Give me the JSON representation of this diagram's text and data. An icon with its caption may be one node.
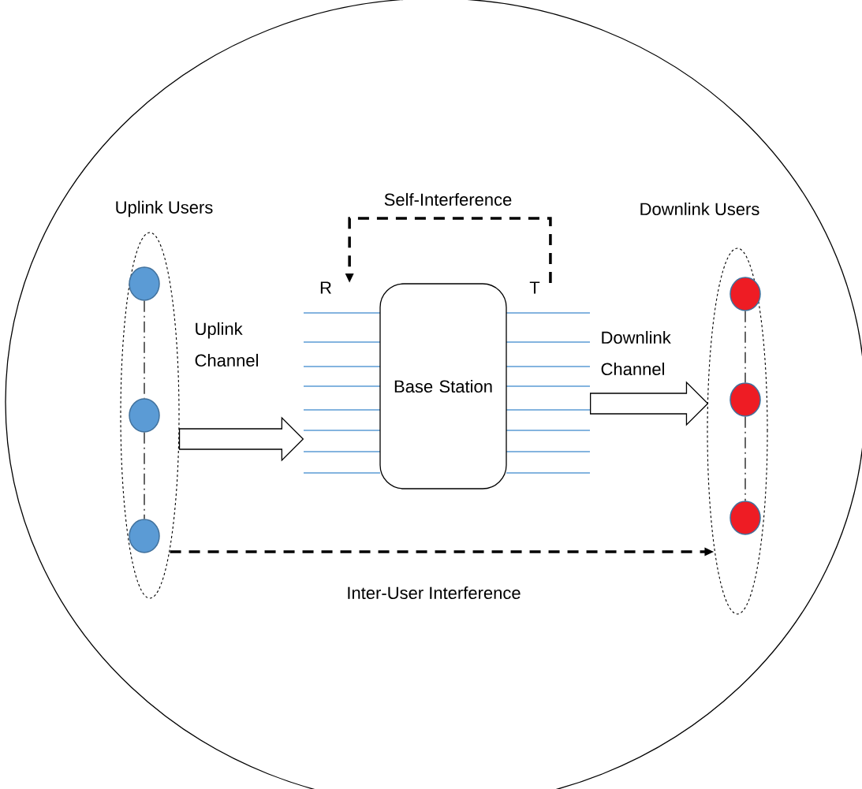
{
  "diagram": {
    "nodes": [
      {
        "text": [],
        "shape": "circle"
      },
      {
        "text": [
          "Uplink Users"
        ],
        "in": 0
      },
      {
        "text": [],
        "shape": "circle",
        "in": 1
      },
      {
        "text": [],
        "shape": "circle",
        "in": 1
      },
      {
        "text": [],
        "shape": "circle",
        "in": 1
      },
      {
        "text": [
          "Downlink Users"
        ],
        "in": 0
      },
      {
        "text": [],
        "shape": "circle",
        "in": 5
      },
      {
        "text": [],
        "shape": "circle",
        "in": 5
      },
      {
        "text": [],
        "shape": "circle",
        "in": 5
      },
      {
        "text": [
          "Base Station"
        ],
        "in": 0
      },
      {
        "text": [
          "R"
        ],
        "in": 0
      },
      {
        "text": [
          "T"
        ],
        "in": 0
      }
    ],
    "edges": [
      {
        "from": 2,
        "to": 3,
        "arrow": "none",
        "style": "dashed"
      },
      {
        "from": 3,
        "to": 4,
        "arrow": "none",
        "style": "dashed"
      },
      {
        "from": 6,
        "to": 7,
        "arrow": "none",
        "style": "dashed"
      },
      {
        "from": 7,
        "to": 8,
        "arrow": "none",
        "style": "dashed"
      },
      {
        "from": 1,
        "to": 9,
        "arrow": "to",
        "label": "Uplink Channel"
      },
      {
        "from": 9,
        "to": 5,
        "arrow": "to",
        "label": "Downlink Channel"
      },
      {
        "from": 11,
        "to": 10,
        "arrow": "to",
        "style": "dashed",
        "label": "Self-Interference"
      },
      {
        "from": 1,
        "to": 5,
        "arrow": "to",
        "style": "dashed",
        "label": "Inter-User Interference"
      }
    ]
  }
}
